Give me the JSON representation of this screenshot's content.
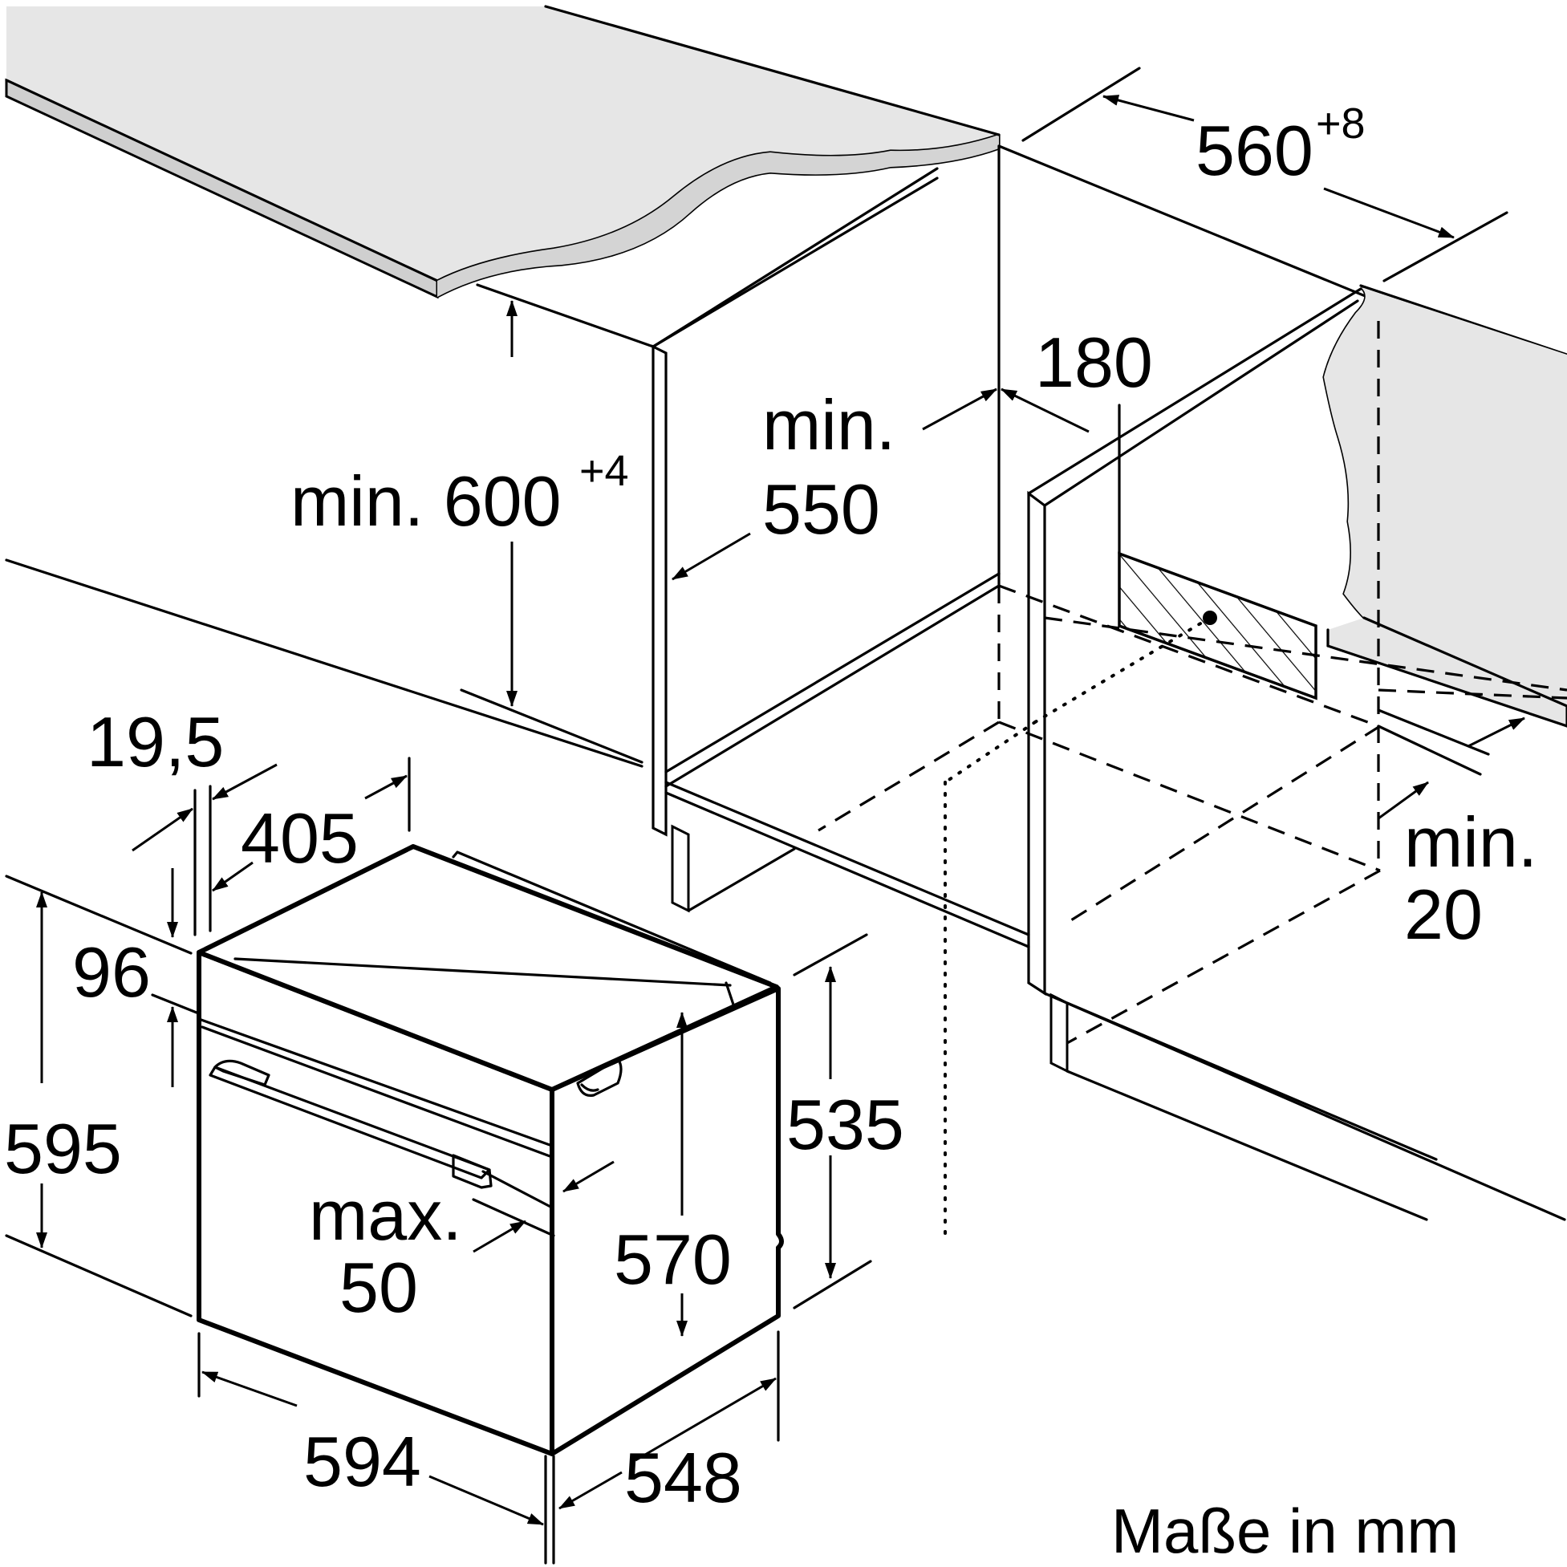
{
  "dimensions": {
    "cabinet_width": "560",
    "cabinet_width_tolerance": "+8",
    "cabinet_height_prefix": "min. 600",
    "cabinet_height_tolerance": "+4",
    "depth_min_line1": "min.",
    "depth_min_line2": "550",
    "rear_gap": "180",
    "bottom_gap_line1": "min.",
    "bottom_gap_line2": "20",
    "front_thickness": "19,5",
    "panel_offset": "405",
    "control_panel_height": "96",
    "total_height": "595",
    "body_height_outer": "535",
    "body_height_inner": "570",
    "handle_protrusion_line1": "max.",
    "handle_protrusion_line2": "50",
    "total_width": "594",
    "total_depth": "548"
  },
  "units_note": "Maße in mm",
  "colors": {
    "line": "#000000",
    "worktop": "#e6e6e6",
    "worktop_edge": "#cfcfcf",
    "background": "#ffffff"
  }
}
